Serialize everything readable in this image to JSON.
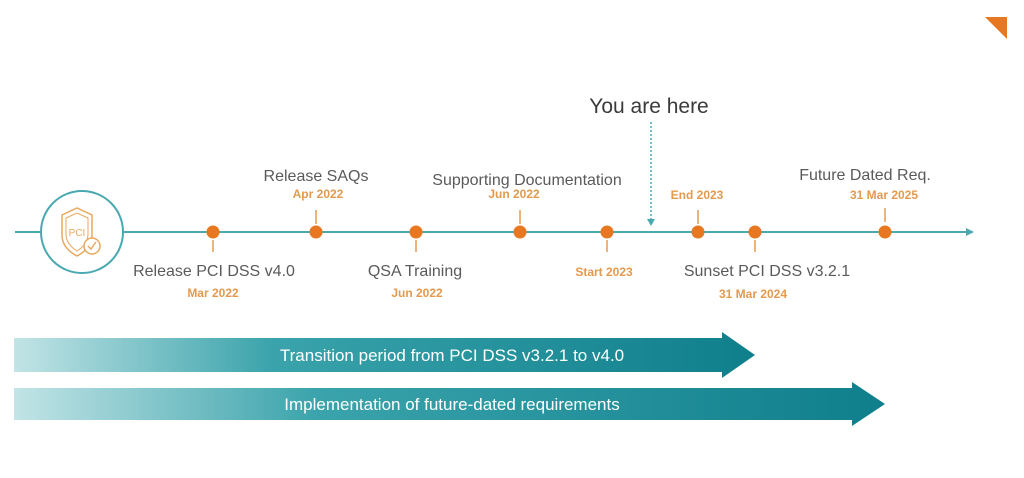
{
  "colors": {
    "line": "#4aa8b0",
    "dot": "#e87722",
    "date": "#e39a4f",
    "band_start": "#c2e4e6",
    "band_end": "#0f7f8c"
  },
  "logo": {
    "icon": "pci-shield-check-icon",
    "text": "PCI"
  },
  "you_are_here": "You are here",
  "milestones": [
    {
      "title": "Release PCI DSS v4.0",
      "date": "Mar 2022"
    },
    {
      "title": "Release SAQs",
      "date": "Apr 2022"
    },
    {
      "title": "QSA Training",
      "date": "Jun 2022"
    },
    {
      "title": "Supporting Documentation",
      "date": "Jun 2022"
    },
    {
      "title": "",
      "date": "Start 2023"
    },
    {
      "title": "",
      "date": "End 2023"
    },
    {
      "title": "Sunset PCI DSS v3.2.1",
      "date": "31 Mar 2024"
    },
    {
      "title": "Future Dated Req.",
      "date": "31 Mar 2025"
    }
  ],
  "bands": [
    {
      "label": "Transition period from PCI DSS v3.2.1 to v4.0"
    },
    {
      "label": "Implementation of future-dated requirements"
    }
  ]
}
